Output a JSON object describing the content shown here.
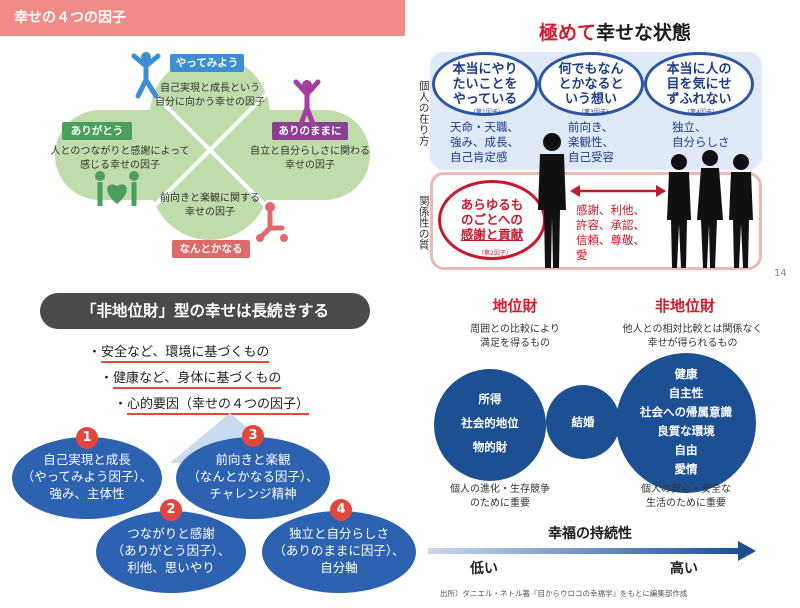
{
  "top_left": {
    "title": "幸せの４つの因子",
    "tag_top": "やってみよう",
    "tag_left": "ありがとう",
    "tag_right": "ありのままに",
    "tag_bottom": "なんとかなる",
    "text_top_1": "自己実現と成長という",
    "text_top_2": "自分に向かう幸せの因子",
    "text_left_1": "人とのつながりと感謝によって",
    "text_left_2": "感じる幸せの因子",
    "text_right_1": "自立と自分らしさに関わる",
    "text_right_2": "幸せの因子",
    "text_bottom_1": "前向きと楽観に関する",
    "text_bottom_2": "幸せの因子",
    "colors": {
      "green": "#bfdcaa",
      "tag_blue": "#3b8fd2",
      "tag_green": "#4aa05a",
      "tag_purple": "#8a3f92",
      "tag_pink": "#e0696a"
    }
  },
  "top_right": {
    "title_red": "極めて",
    "title_rest": "幸せな状態",
    "side_top": "個人の在り方",
    "side_bottom": "関係性の質",
    "bubble1": [
      "本当にやり",
      "たいことを",
      "やっている"
    ],
    "bubble1_tag": "（第1因子）",
    "bubble2": [
      "何でもなん",
      "とかなると",
      "いう想い"
    ],
    "bubble2_tag": "（第3因子）",
    "bubble3": [
      "本当に人の",
      "目を気にせ",
      "ずふれない"
    ],
    "bubble3_tag": "（第4因子）",
    "list1": [
      "天命・天職、",
      "強み、成長、",
      "自己肯定感"
    ],
    "list2": [
      "前向き、",
      "楽観性、",
      "自己受容"
    ],
    "list3": [
      "独立、",
      "自分らしさ"
    ],
    "red_bubble": [
      "あらゆるも",
      "のごとへの",
      "感謝と貢献"
    ],
    "red_bubble_tag": "（第2因子）",
    "red_list": [
      "感謝、利他、",
      "許容、承認、",
      "信頼、尊敬、",
      "愛"
    ],
    "page_number": "14"
  },
  "bottom_left": {
    "banner": "「非地位財」型の幸せは長続きする",
    "bullets": [
      "安全など、環境に基づくもの",
      "健康など、身体に基づくもの",
      "心的要因（幸せの４つの因子）"
    ],
    "items": [
      {
        "num": "1",
        "lines": [
          "自己実現と成長",
          "（やってみよう因子）、",
          "強み、主体性"
        ]
      },
      {
        "num": "2",
        "lines": [
          "つながりと感謝",
          "（ありがとう因子）、",
          "利他、思いやり"
        ]
      },
      {
        "num": "3",
        "lines": [
          "前向きと楽観",
          "（なんとかなる因子）、",
          "チャレンジ精神"
        ]
      },
      {
        "num": "4",
        "lines": [
          "独立と自分らしさ",
          "（ありのままに因子）、",
          "自分軸"
        ]
      }
    ]
  },
  "bottom_right": {
    "head_left": "地位財",
    "head_right": "非地位財",
    "desc_left": [
      "周囲との比較により",
      "満足を得るもの"
    ],
    "desc_right": [
      "他人との相対比較とは関係なく",
      "幸せが得られるもの"
    ],
    "circle_left": [
      "所得",
      "社会的地位",
      "物的財"
    ],
    "circle_mid": "結婚",
    "circle_right": [
      "健康",
      "自主性",
      "社会への帰属意識",
      "良質な環境",
      "自由",
      "愛情"
    ],
    "note_left": [
      "個人の進化・生存競争",
      "のために重要"
    ],
    "note_right": [
      "個人の安心・安全な",
      "生活のために重要"
    ],
    "arrow_label": "幸福の持続性",
    "low": "低い",
    "high": "高い",
    "source": "出所）ダニエル・ネトル著『目からウロコの幸福学』をもとに編集部作成"
  }
}
